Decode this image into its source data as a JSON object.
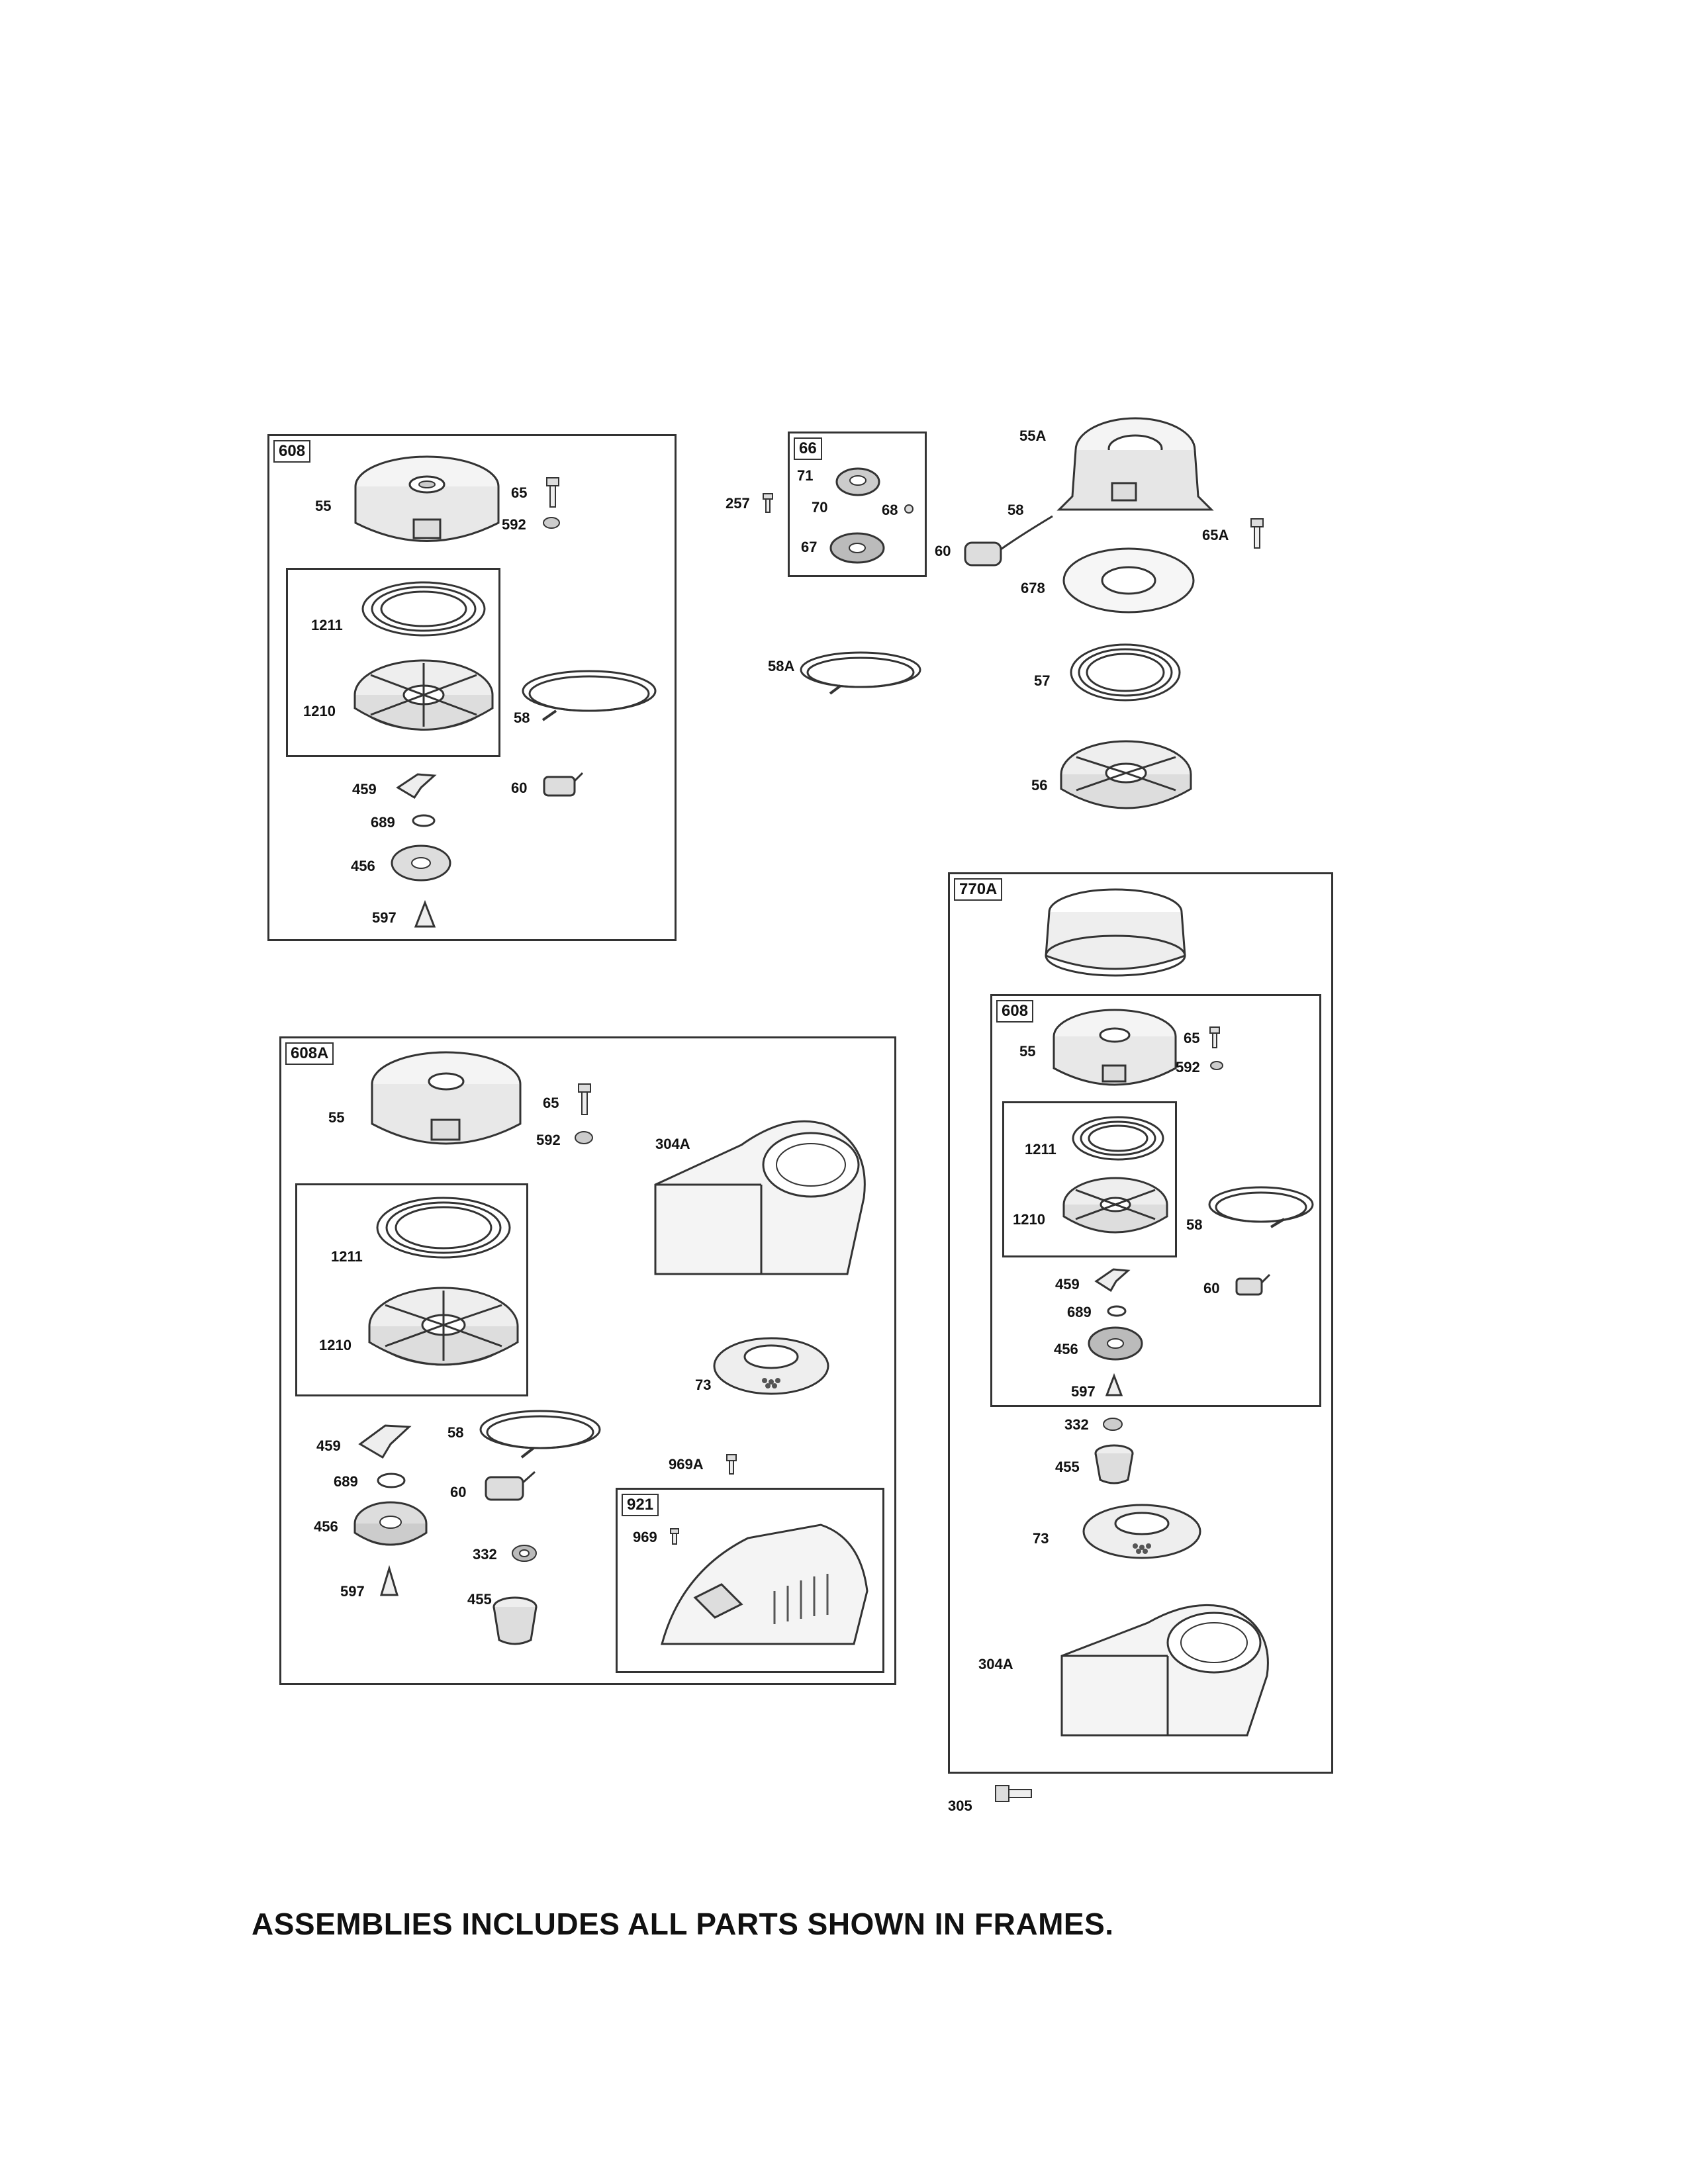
{
  "footer_note": "ASSEMBLIES INCLUDES ALL PARTS SHOWN IN FRAMES.",
  "assemblies": {
    "a608_top": {
      "tag": "608",
      "parts": {
        "p55": "55",
        "p65": "65",
        "p592": "592",
        "p1211": "1211",
        "p1210": "1210",
        "p58": "58",
        "p459": "459",
        "p60": "60",
        "p689": "689",
        "p456": "456",
        "p597": "597"
      }
    },
    "a66": {
      "tag": "66",
      "parts": {
        "p71": "71",
        "p70": "70",
        "p68": "68",
        "p67": "67",
        "p257": "257"
      }
    },
    "loose_top": {
      "p55A": "55A",
      "p58": "58",
      "p65A": "65A",
      "p60": "60",
      "p678": "678",
      "p58A": "58A",
      "p57": "57",
      "p56": "56"
    },
    "a770A": {
      "tag": "770A",
      "parts": {
        "p332": "332",
        "p455": "455",
        "p73": "73",
        "p304A": "304A"
      }
    },
    "a608_inner": {
      "tag": "608",
      "parts": {
        "p55": "55",
        "p65": "65",
        "p592": "592",
        "p1211": "1211",
        "p1210": "1210",
        "p58": "58",
        "p459": "459",
        "p60": "60",
        "p689": "689",
        "p456": "456",
        "p597": "597"
      }
    },
    "a608A": {
      "tag": "608A",
      "parts": {
        "p55": "55",
        "p65": "65",
        "p592": "592",
        "p304A": "304A",
        "p1211": "1211",
        "p1210": "1210",
        "p73": "73",
        "p459": "459",
        "p58": "58",
        "p969A": "969A",
        "p689": "689",
        "p60": "60",
        "p456": "456",
        "p332": "332",
        "p597": "597",
        "p455": "455"
      }
    },
    "a921": {
      "tag": "921",
      "parts": {
        "p969": "969"
      }
    },
    "loose_bottom": {
      "p305": "305"
    }
  }
}
